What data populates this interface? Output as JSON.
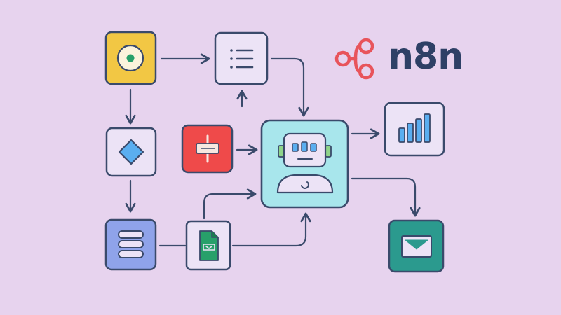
{
  "brand": {
    "name": "n8n",
    "color": "#2e4066",
    "logo_color": "#e8545b"
  },
  "colors": {
    "background": "#e7d3ee",
    "stroke": "#3a4a6b",
    "trigger": "#f2c744",
    "decision_fill": "#5aaef0",
    "database": "#8fa3ea",
    "filter": "#ef4a4a",
    "ai_agent": "#a8e6ec",
    "output_email": "#2b9a8e",
    "sheet_green": "#27a06a"
  },
  "nodes": [
    {
      "id": "trigger",
      "icon": "record-icon"
    },
    {
      "id": "list",
      "icon": "list-icon"
    },
    {
      "id": "decision",
      "icon": "diamond-icon"
    },
    {
      "id": "filter",
      "icon": "filter-icon"
    },
    {
      "id": "ai-agent",
      "icon": "robot-icon"
    },
    {
      "id": "analytics",
      "icon": "bar-chart-icon"
    },
    {
      "id": "database",
      "icon": "database-icon"
    },
    {
      "id": "spreadsheet",
      "icon": "spreadsheet-icon"
    },
    {
      "id": "email",
      "icon": "envelope-icon"
    }
  ]
}
